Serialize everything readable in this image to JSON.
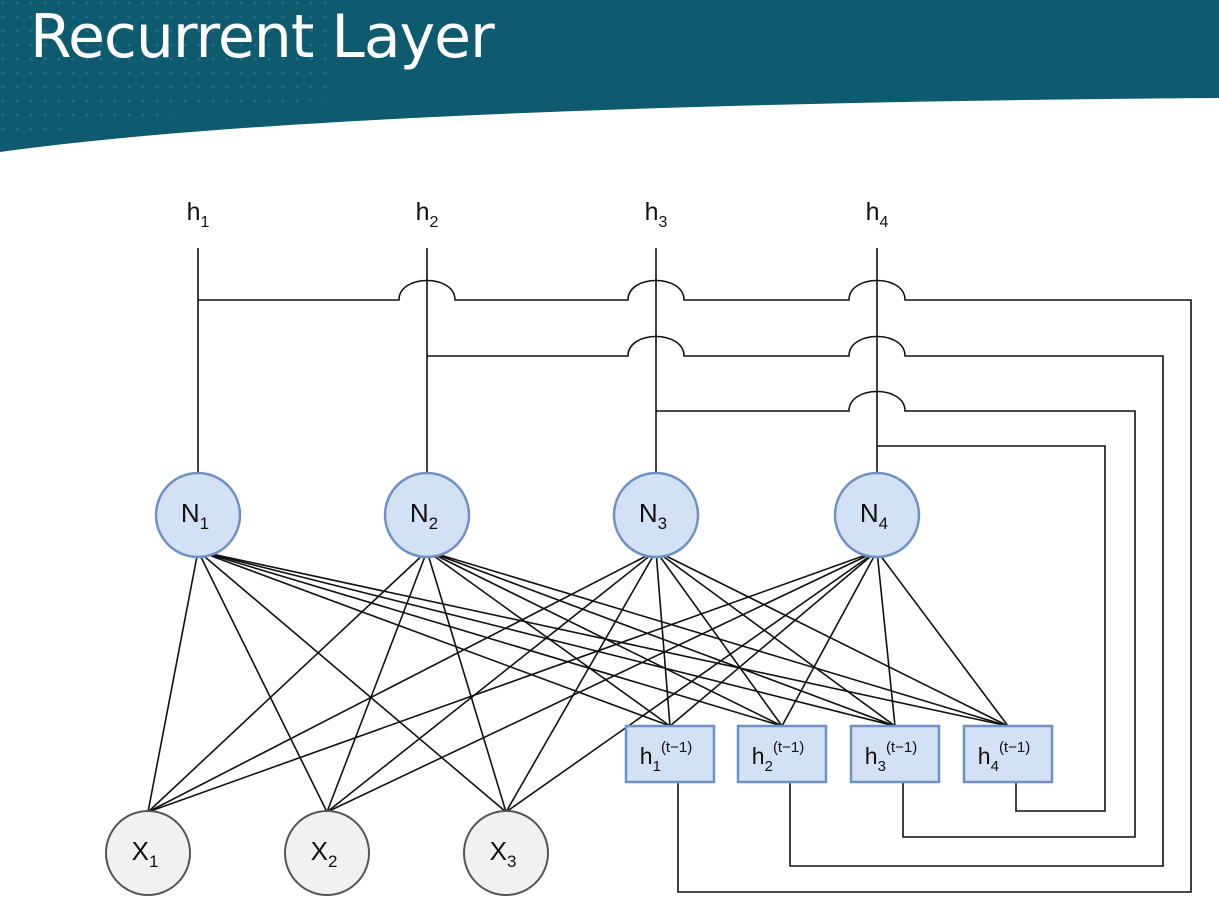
{
  "slide": {
    "title": "Recurrent Layer",
    "banner_color": "#0e5a6e"
  },
  "diagram": {
    "outputs": [
      {
        "base": "h",
        "sub": "1"
      },
      {
        "base": "h",
        "sub": "2"
      },
      {
        "base": "h",
        "sub": "3"
      },
      {
        "base": "h",
        "sub": "4"
      }
    ],
    "neurons": [
      {
        "base": "N",
        "sub": "1"
      },
      {
        "base": "N",
        "sub": "2"
      },
      {
        "base": "N",
        "sub": "3"
      },
      {
        "base": "N",
        "sub": "4"
      }
    ],
    "inputs": [
      {
        "base": "X",
        "sub": "1"
      },
      {
        "base": "X",
        "sub": "2"
      },
      {
        "base": "X",
        "sub": "3"
      }
    ],
    "context": [
      {
        "base": "h",
        "sub": "1",
        "sup": "(t−1)"
      },
      {
        "base": "h",
        "sub": "2",
        "sup": "(t−1)"
      },
      {
        "base": "h",
        "sub": "3",
        "sup": "(t−1)"
      },
      {
        "base": "h",
        "sub": "4",
        "sup": "(t−1)"
      }
    ],
    "colors": {
      "neuron_fill": "#d3e1f4",
      "neuron_stroke": "#6f91c4",
      "input_fill": "#f1f1f1",
      "input_stroke": "#555555",
      "context_fill": "#d3e1f4",
      "context_stroke": "#6f91c4"
    }
  }
}
